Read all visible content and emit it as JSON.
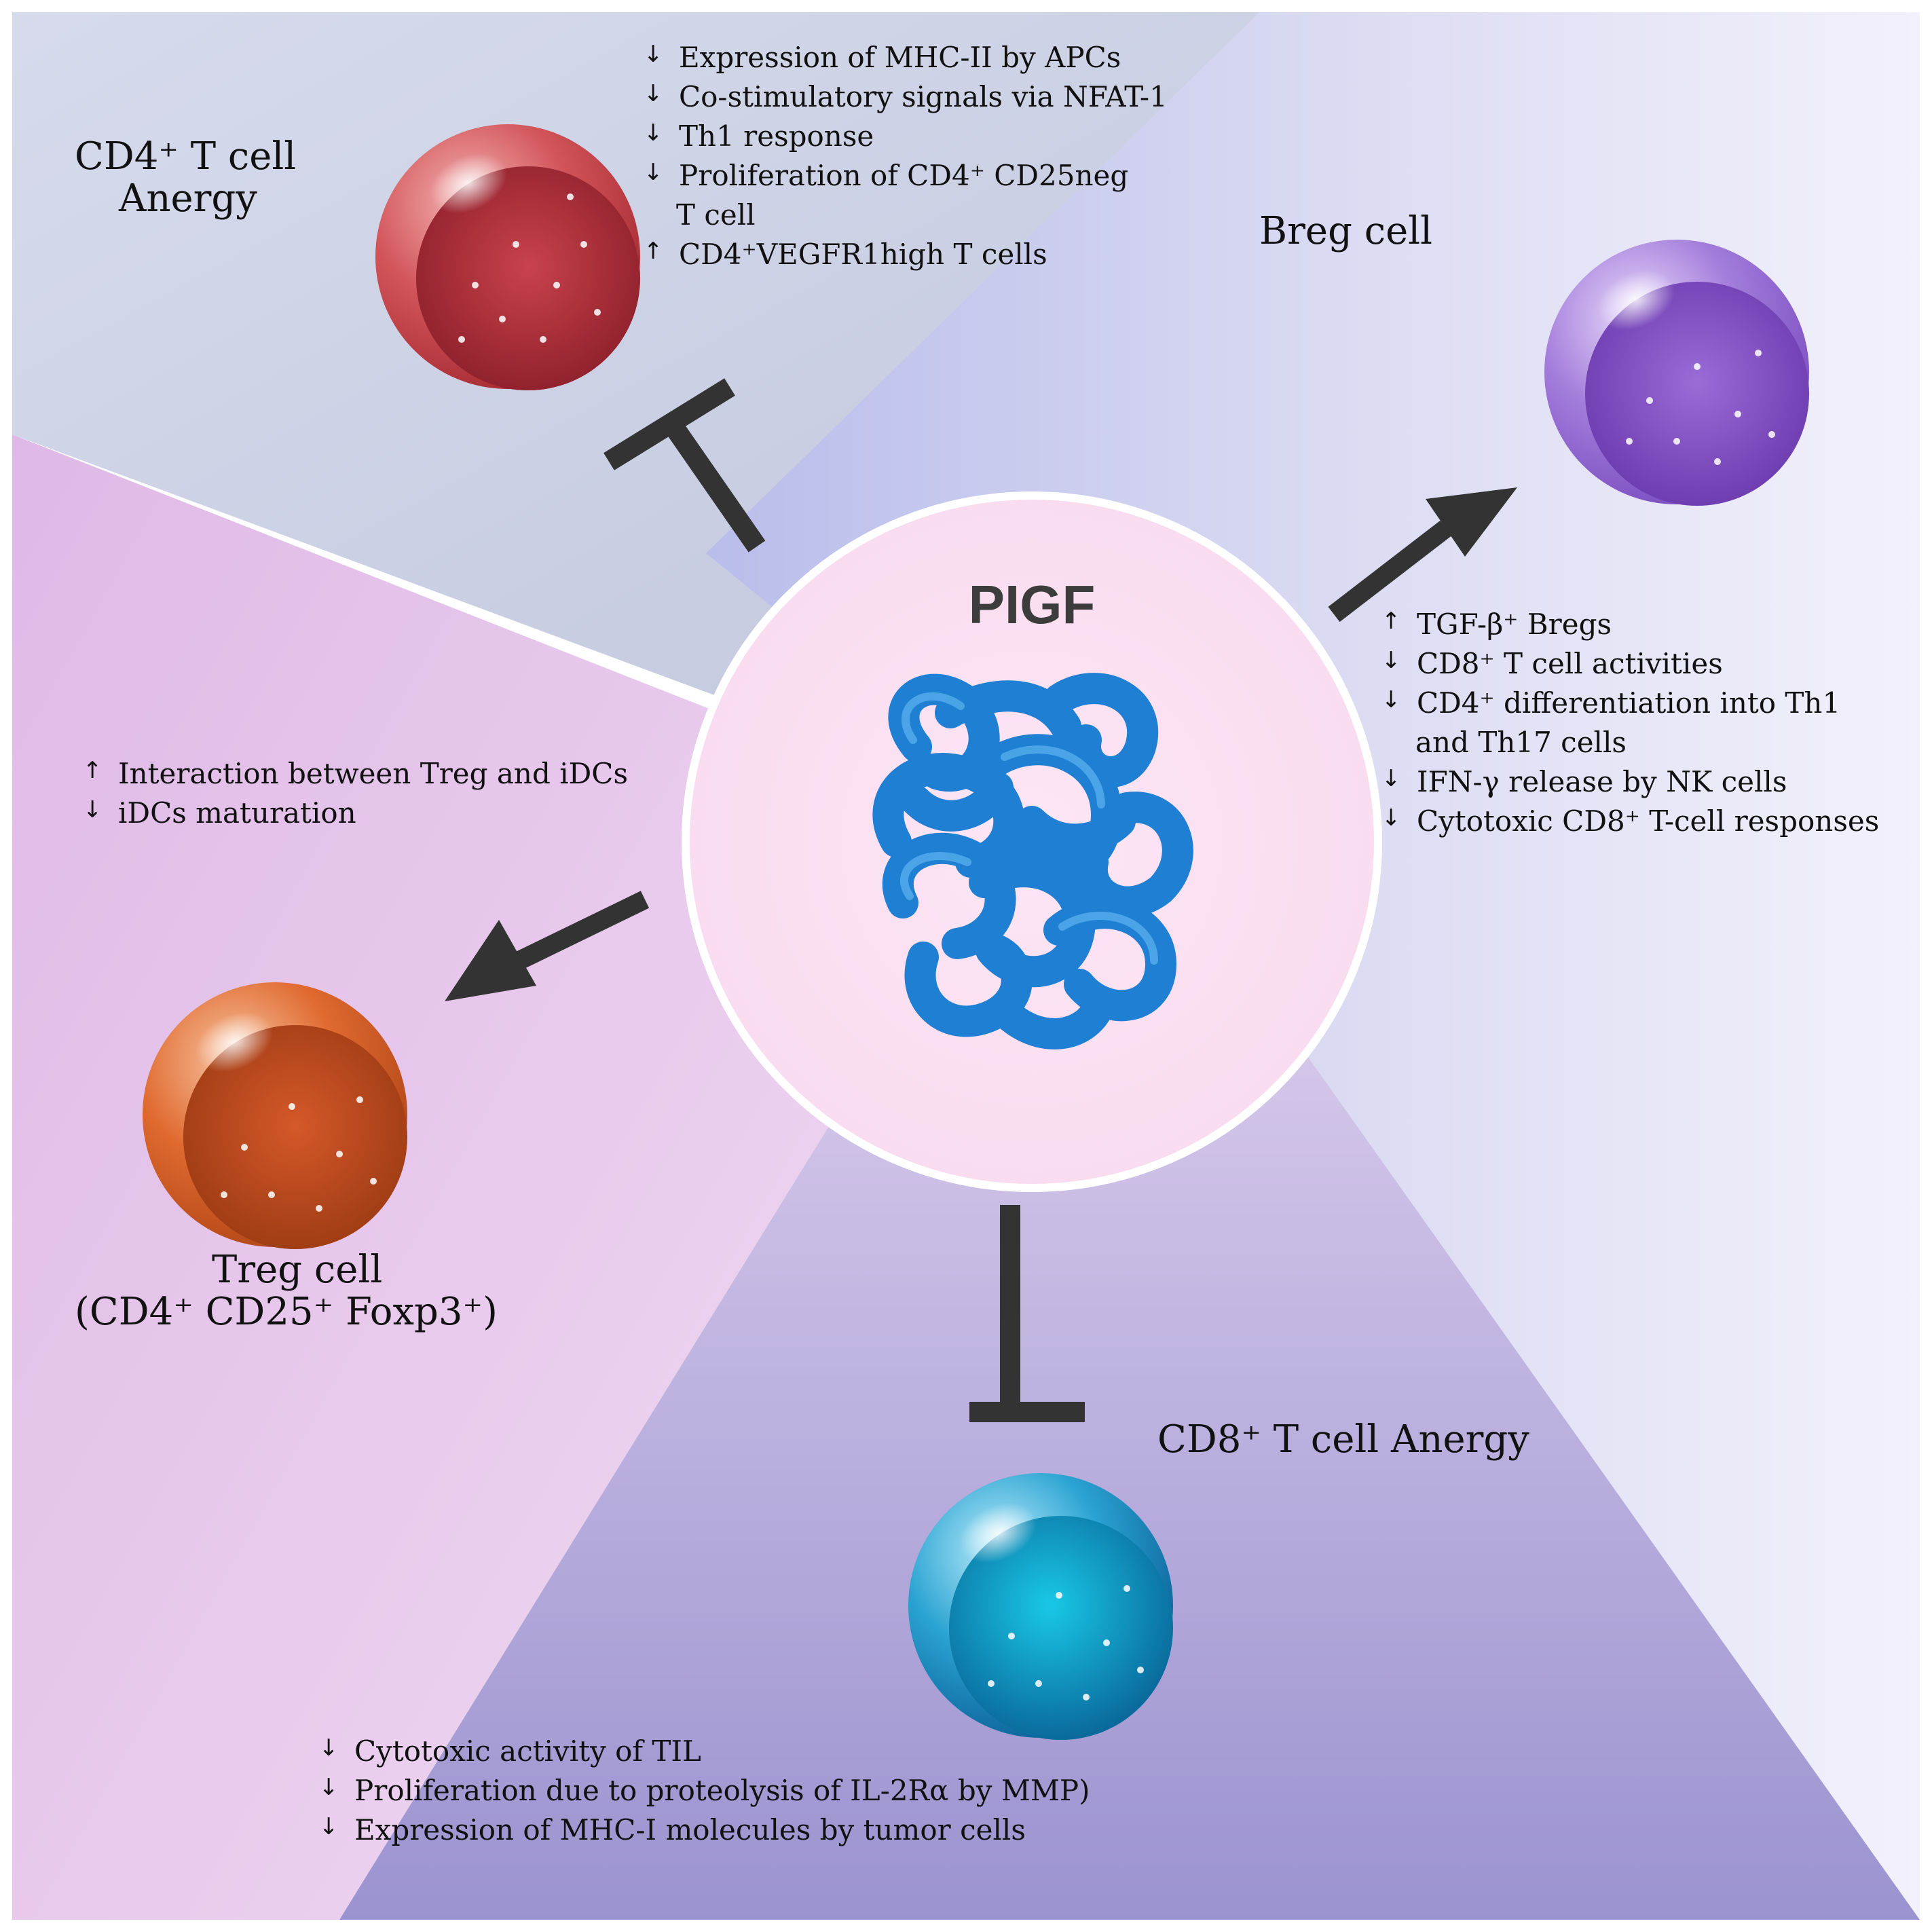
{
  "center": {
    "title": "PIGF"
  },
  "colors": {
    "cd4_sector": "#c9cfe2",
    "breg_sector": "#d8daf6",
    "treg_sector": "#e6c6ec",
    "cd8_sector": "#bdb1de",
    "center_circle": "#fce2f3",
    "protein": "#1f7fd2",
    "arrow": "#333333"
  },
  "cd4": {
    "title_line1": "CD4⁺ T cell",
    "title_line2": "Anergy",
    "relation": "inhibits",
    "effects": [
      {
        "arrow": "↓",
        "text": "Expression of MHC-II by APCs"
      },
      {
        "arrow": "↓",
        "text": "Co-stimulatory signals via NFAT-1"
      },
      {
        "arrow": "↓",
        "text": "Th1 response"
      },
      {
        "arrow": "↓",
        "text": "Proliferation of CD4⁺ CD25neg"
      },
      {
        "arrow": "",
        "text": "T cell"
      },
      {
        "arrow": "↑",
        "text": "CD4⁺VEGFR1high T cells"
      }
    ]
  },
  "breg": {
    "title": "Breg cell",
    "relation": "induces",
    "effects": [
      {
        "arrow": "↑",
        "text": "TGF-β⁺ Bregs"
      },
      {
        "arrow": "↓",
        "text": "CD8⁺ T cell activities"
      },
      {
        "arrow": "↓",
        "text": "CD4⁺ differentiation into Th1"
      },
      {
        "arrow": "",
        "text": "and Th17 cells"
      },
      {
        "arrow": "↓",
        "text": "IFN-γ release by NK cells"
      },
      {
        "arrow": "↓",
        "text": "Cytotoxic CD8⁺ T-cell responses"
      }
    ]
  },
  "treg": {
    "title_line1": "Treg cell",
    "title_line2": "(CD4⁺ CD25⁺ Foxp3⁺)",
    "relation": "induces",
    "effects": [
      {
        "arrow": "↑",
        "text": "Interaction between Treg and iDCs"
      },
      {
        "arrow": "↓",
        "text": "iDCs maturation"
      }
    ]
  },
  "cd8": {
    "title": "CD8⁺ T cell Anergy",
    "relation": "inhibits",
    "effects": [
      {
        "arrow": "↓",
        "text": "Cytotoxic activity of TIL"
      },
      {
        "arrow": "↓",
        "text": "Proliferation due to proteolysis of IL-2Rα by MMP)"
      },
      {
        "arrow": "↓",
        "text": "Expression of MHC-I molecules by tumor cells"
      }
    ]
  }
}
